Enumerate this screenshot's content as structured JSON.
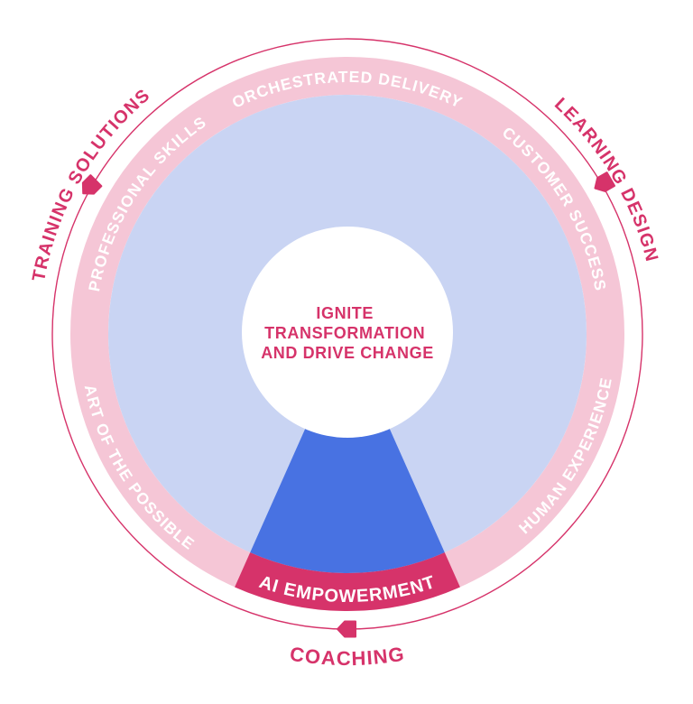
{
  "diagram": {
    "center_message": {
      "line1": "IGNITE",
      "line2": "TRANSFORMATION",
      "line3": "AND DRIVE CHANGE"
    },
    "ring_segments": {
      "orchestrated_delivery": "ORCHESTRATED DELIVERY",
      "professional_skills": "PROFESSIONAL SKILLS",
      "customer_success": "CUSTOMER SUCCESS",
      "art_of_the_possible": "ART OF THE POSSIBLE",
      "human_experience": "HUMAN EXPERIENCE"
    },
    "highlighted_segment": {
      "label": "AI EMPOWERMENT"
    },
    "outer_labels": {
      "training_solutions": "TRAINING SOLUTIONS",
      "learning_design": "LEARNING DESIGN",
      "coaching": "COACHING"
    },
    "colors": {
      "accent": "#d6336a",
      "ring_pink": "#f5c6d6",
      "inner_blue": "#c9d4f3",
      "wedge_blue": "#4872e2",
      "highlight_crimson": "#d6336a",
      "ring_text": "#ffffff"
    }
  }
}
